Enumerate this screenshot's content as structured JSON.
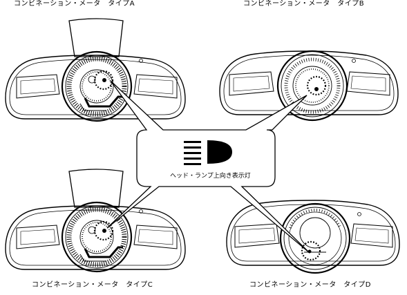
{
  "captions": {
    "type_a": "コンビネーション・メータ　タイプA",
    "type_b": "コンビネーション・メータ　タイプB",
    "type_c": "コンビネーション・メータ　タイプC",
    "type_d": "コンビネーション・メータ　タイプD"
  },
  "callout": {
    "label": "ヘッド・ランプ上向き表示灯",
    "icon": "high-beam-indicator-icon"
  }
}
